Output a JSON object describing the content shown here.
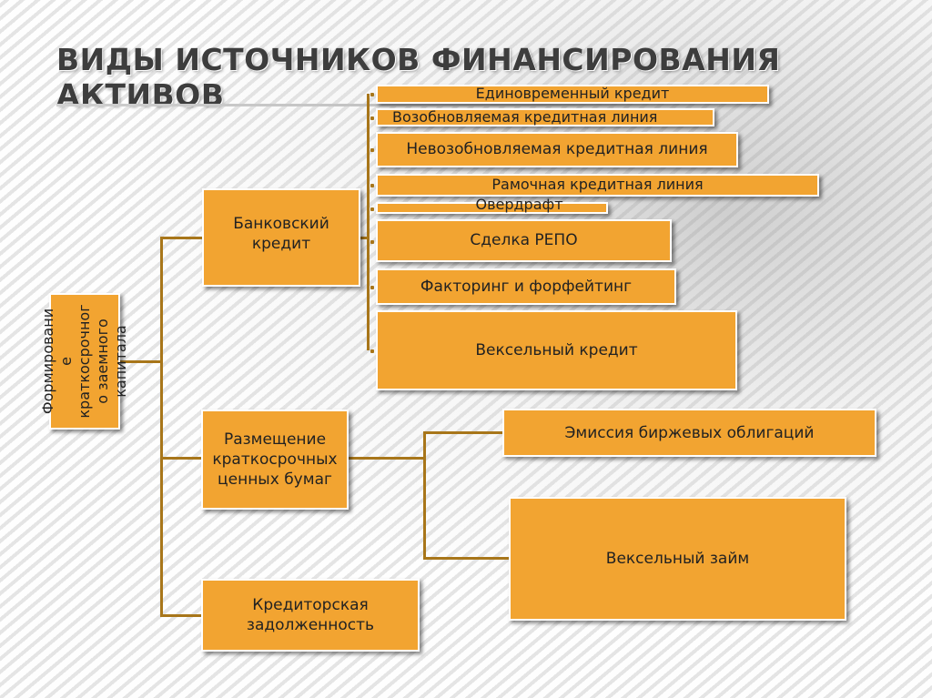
{
  "title": "ВИДЫ ИСТОЧНИКОВ ФИНАНСИРОВАНИЯ АКТИВОВ",
  "root": {
    "lines": [
      "Формировани",
      "е",
      "краткосрочног",
      "о заемного",
      "капитала"
    ]
  },
  "level1": {
    "bank_credit": {
      "lines": [
        "Банковский",
        "кредит"
      ]
    },
    "securities": {
      "lines": [
        "Размещение",
        "краткосрочных",
        "ценных бумаг"
      ]
    },
    "payables": {
      "lines": [
        "Кредиторская",
        "задолженность"
      ]
    }
  },
  "bank_items": [
    "Единовременный кредит",
    "Возобновляемая кредитная линия",
    "Невозобновляемая кредитная линия",
    "Рамочная кредитная линия",
    "Овердрафт",
    "Сделка РЕПО",
    "Факторинг и форфейтинг",
    "Вексельный кредит"
  ],
  "securities_items": [
    "Эмиссия биржевых облигаций",
    "Вексельный займ"
  ],
  "colors": {
    "box": "#f2a431",
    "connector": "#a8761a",
    "title": "#3d3d3d"
  }
}
